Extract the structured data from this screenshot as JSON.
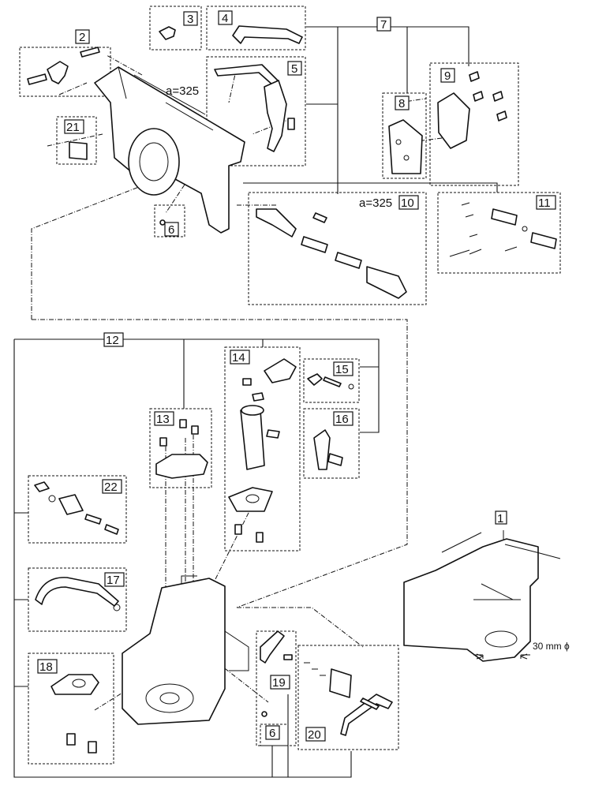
{
  "labels": {
    "p1": "1",
    "p2": "2",
    "p3": "3",
    "p4": "4",
    "p5": "5",
    "p6a": "6",
    "p6b": "6",
    "p7": "7",
    "p8": "8",
    "p9": "9",
    "p10": "10",
    "p11": "11",
    "p12": "12",
    "p13": "13",
    "p14": "14",
    "p15": "15",
    "p16": "16",
    "p17": "17",
    "p18": "18",
    "p19": "19",
    "p20": "20",
    "p21": "21",
    "p22": "22"
  },
  "annotations": {
    "a_top": "a=325",
    "a_ten": "a=325",
    "diameter": "30 mm ϕ"
  }
}
